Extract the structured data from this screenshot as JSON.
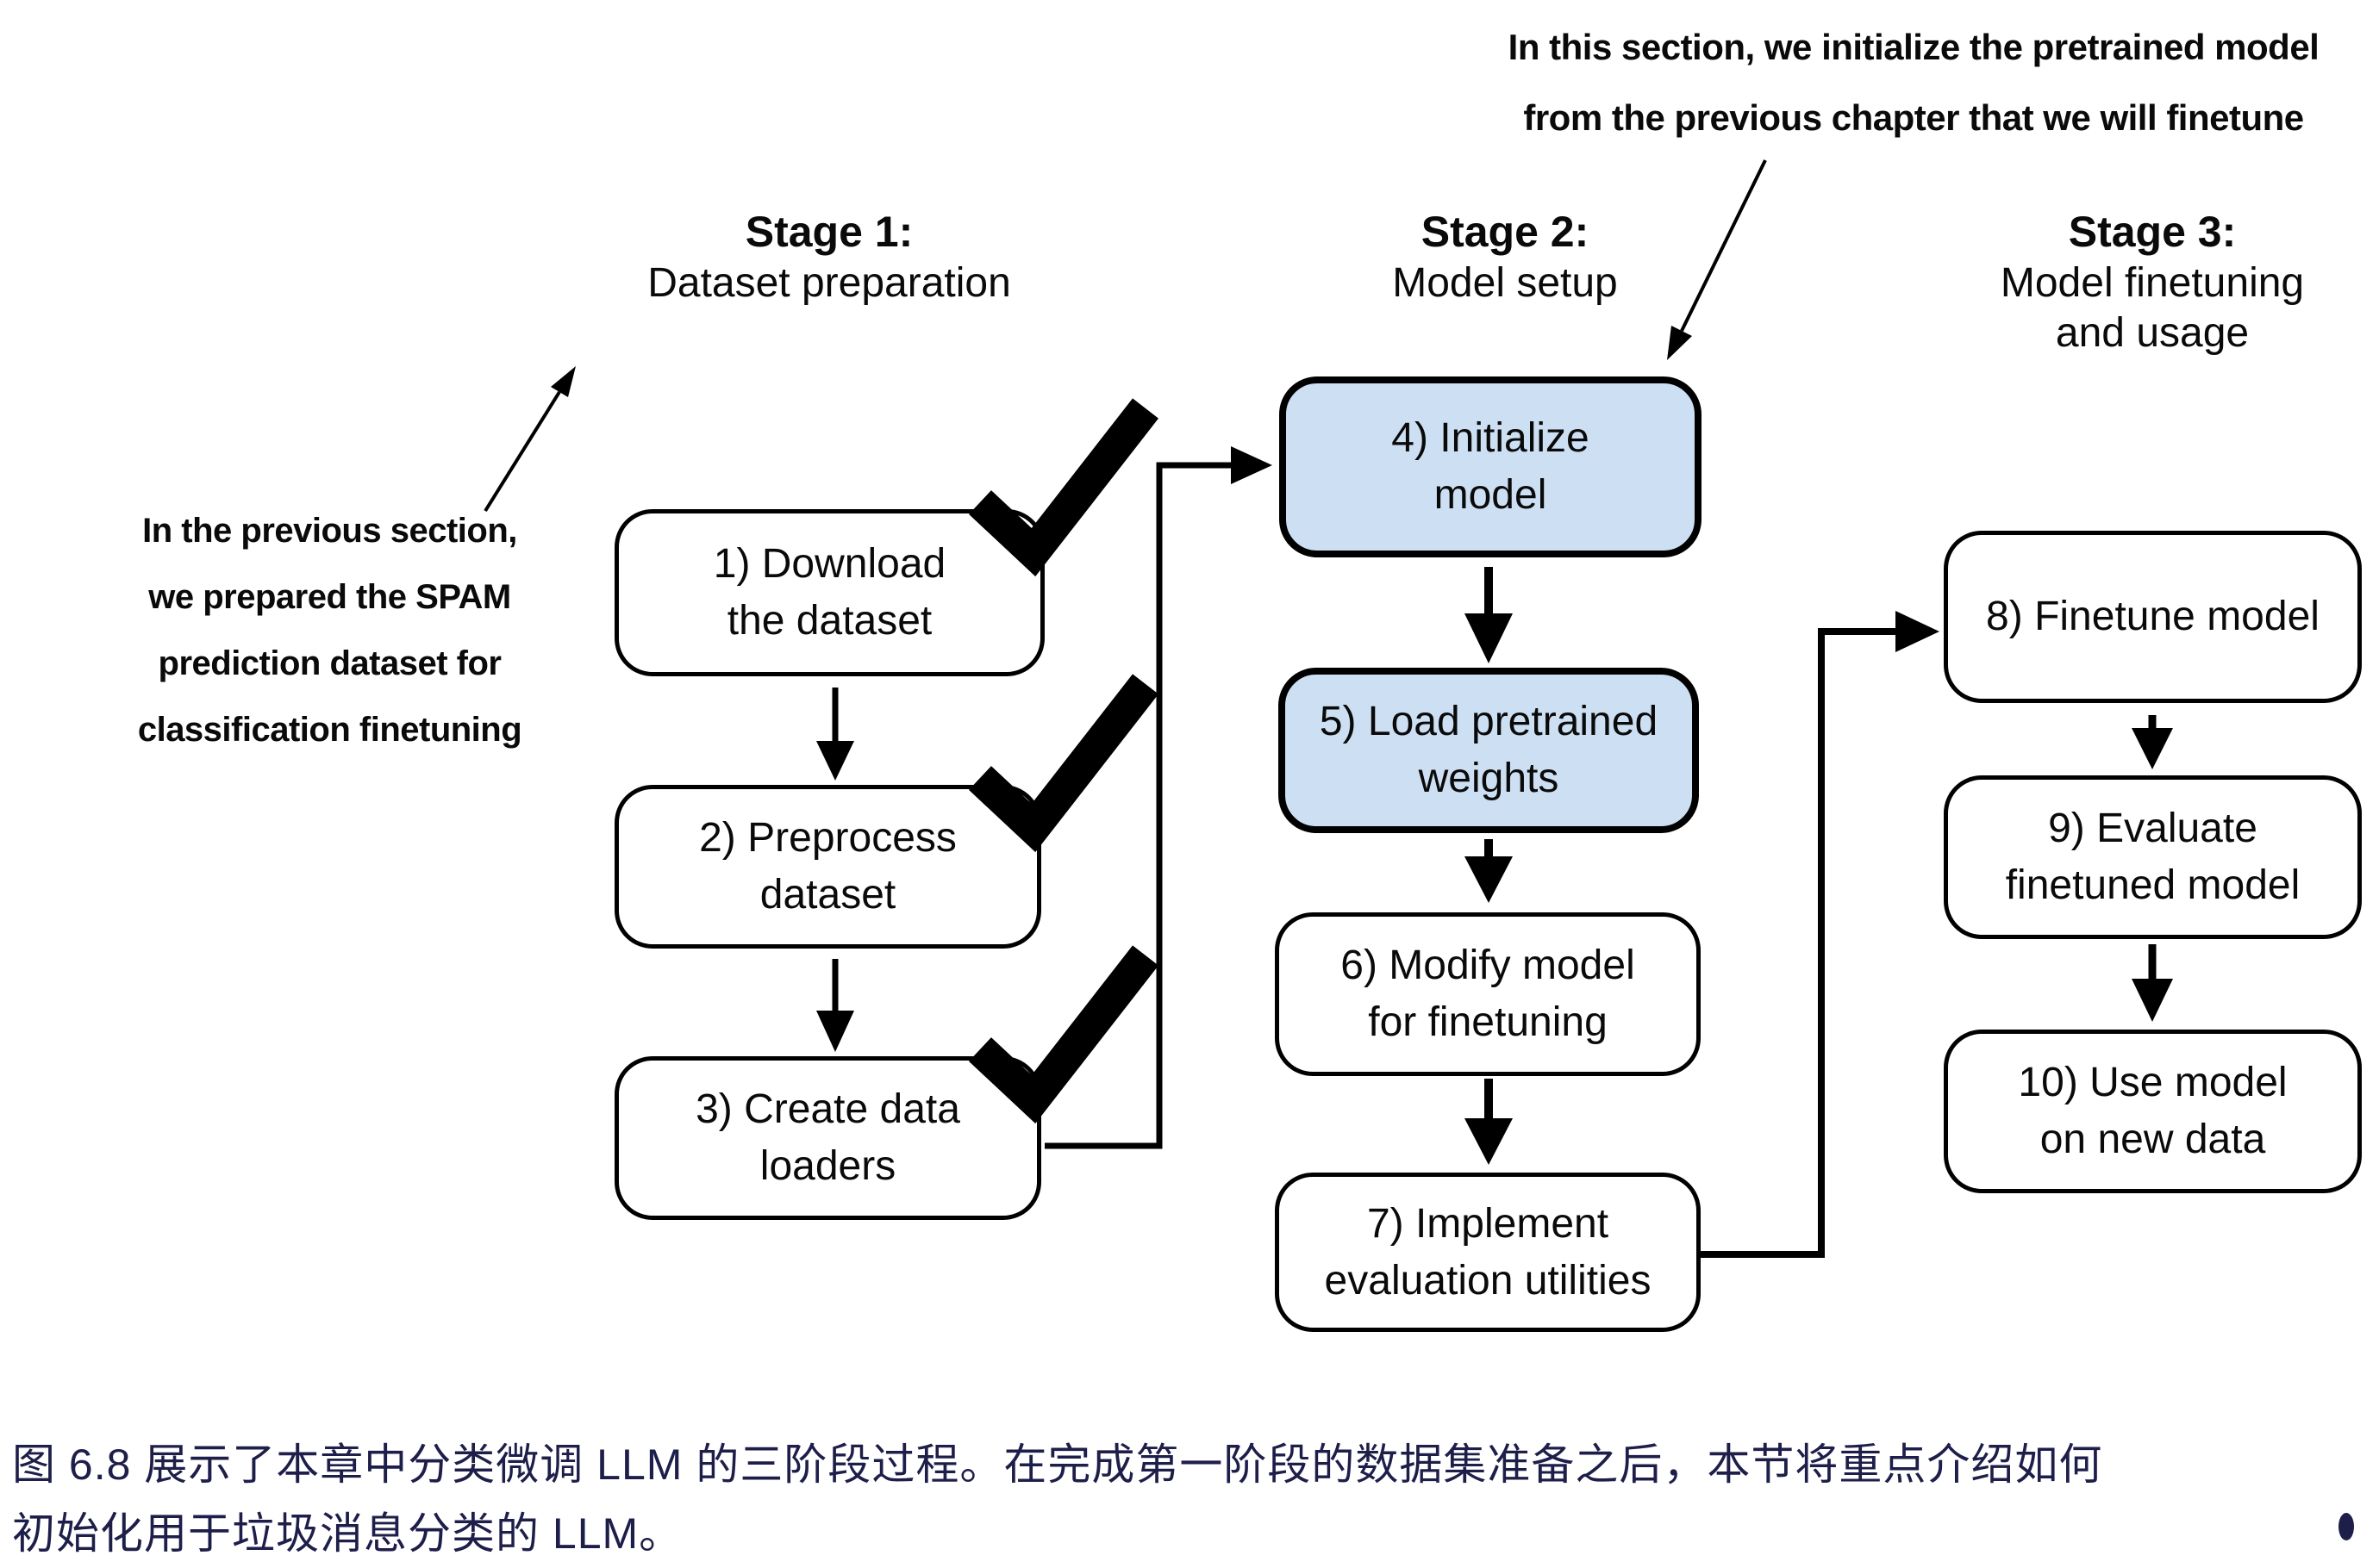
{
  "top_annotation": {
    "line1": "In this section, we initialize the pretrained model",
    "line2": "from the previous chapter that we will finetune"
  },
  "left_annotation": {
    "line1": "In the previous section,",
    "line2": "we prepared the SPAM",
    "line3": "prediction dataset for",
    "line4": "classification finetuning"
  },
  "stages": [
    {
      "title": "Stage 1:",
      "subtitle1": "Dataset preparation",
      "subtitle2": ""
    },
    {
      "title": "Stage 2:",
      "subtitle1": "Model setup",
      "subtitle2": ""
    },
    {
      "title": "Stage 3:",
      "subtitle1": "Model finetuning",
      "subtitle2": "and usage"
    }
  ],
  "boxes": [
    {
      "line1": "1) Download",
      "line2": "the dataset",
      "checked": true,
      "highlighted": false
    },
    {
      "line1": "2) Preprocess",
      "line2": "dataset",
      "checked": true,
      "highlighted": false
    },
    {
      "line1": "3) Create data",
      "line2": "loaders",
      "checked": true,
      "highlighted": false
    },
    {
      "line1": "4) Initialize",
      "line2": "model",
      "checked": false,
      "highlighted": true
    },
    {
      "line1": "5) Load pretrained",
      "line2": "weights",
      "checked": false,
      "highlighted": true
    },
    {
      "line1": "6) Modify model",
      "line2": "for finetuning",
      "checked": false,
      "highlighted": false
    },
    {
      "line1": "7) Implement",
      "line2": "evaluation utilities",
      "checked": false,
      "highlighted": false
    },
    {
      "line1": "8) Finetune model",
      "line2": "",
      "checked": false,
      "highlighted": false
    },
    {
      "line1": "9) Evaluate",
      "line2": "finetuned model",
      "checked": false,
      "highlighted": false
    },
    {
      "line1": "10) Use model",
      "line2": "on new data",
      "checked": false,
      "highlighted": false
    }
  ],
  "caption": {
    "line1": "图 6.8 展示了本章中分类微调 LLM 的三阶段过程。在完成第一阶段的数据集准备之后，本节将重点介绍如何",
    "line2": "初始化用于垃圾消息分类的 LLM。"
  },
  "colors": {
    "highlight_fill": "#cddff3",
    "line": "#000000",
    "caption_text": "#1e1e4a",
    "background": "#ffffff"
  },
  "icons": {
    "checkmark": "check-icon"
  }
}
